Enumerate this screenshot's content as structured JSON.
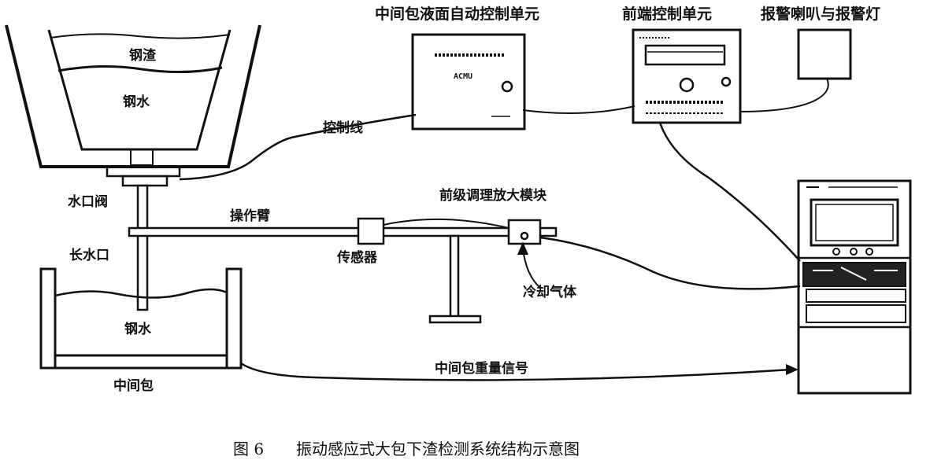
{
  "labels": {
    "slag": "钢渣",
    "steel_ladle": "钢水",
    "steel_tundish": "钢水",
    "nozzle_valve": "水口阀",
    "long_nozzle": "长水口",
    "tundish": "中间包",
    "manipulator_arm": "操作臂",
    "sensor": "传感器",
    "preamp_module": "前级调理放大模块",
    "cooling_gas": "冷却气体",
    "control_line": "控制线",
    "weight_signal": "中间包重量信号",
    "tundish_level_unit": "中间包液面自动控制单元",
    "frontend_unit": "前端控制单元",
    "alarm": "报警喇叭与报警灯",
    "acmu_text": "ACMU"
  },
  "caption": {
    "figure_no": "图 6",
    "title": "振动感应式大包下渣检测系统结构示意图"
  },
  "colors": {
    "ink": "#111111",
    "background": "#ffffff"
  }
}
